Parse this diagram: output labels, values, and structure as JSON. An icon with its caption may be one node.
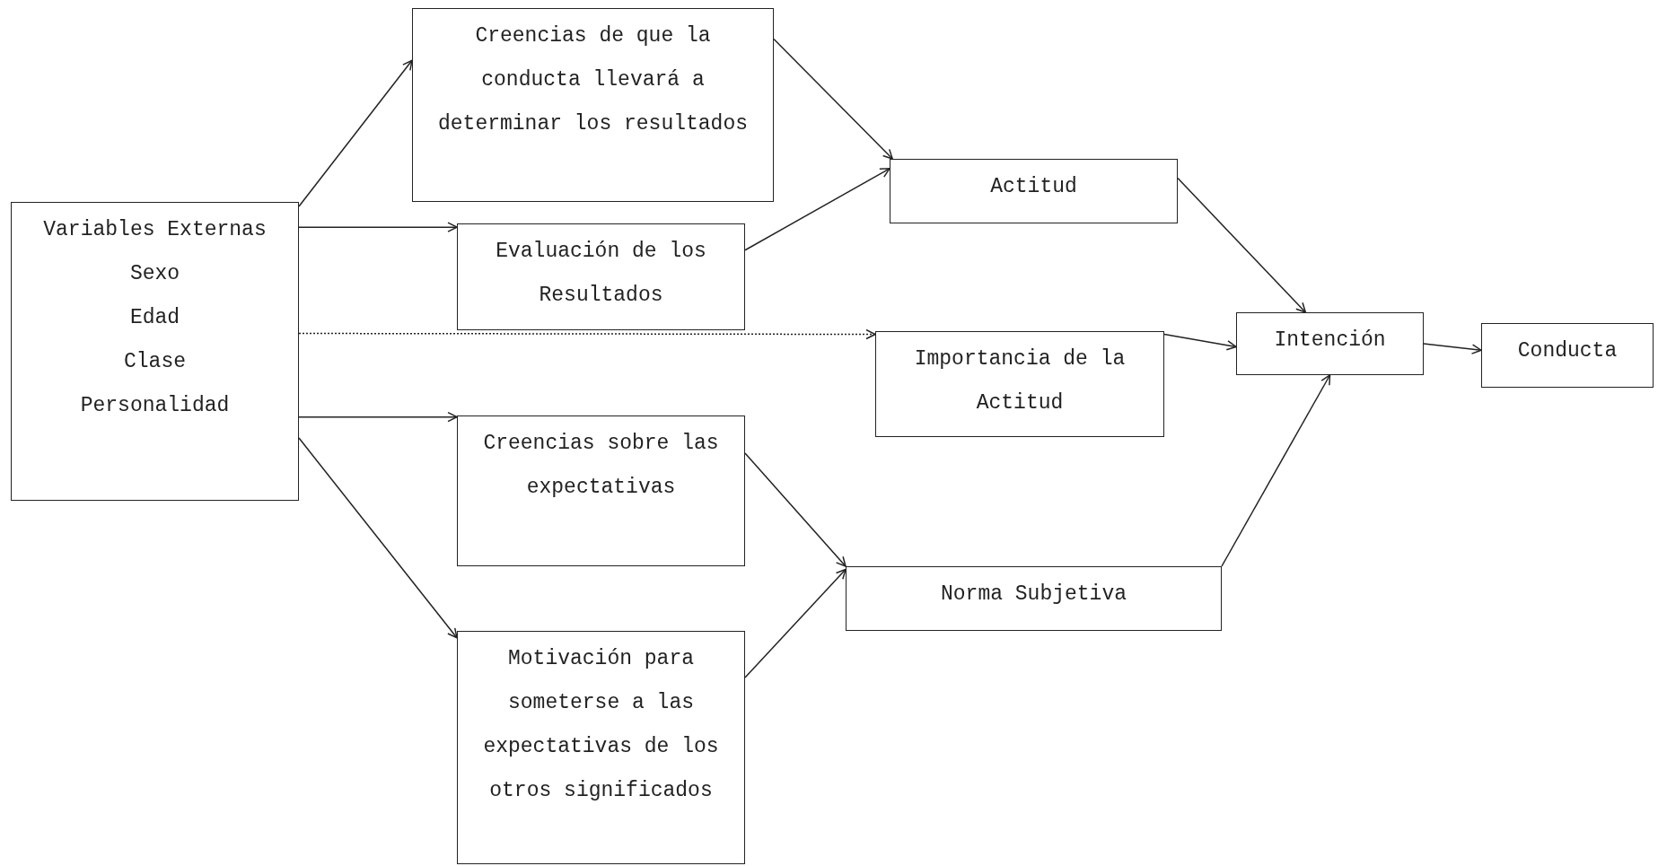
{
  "diagram": {
    "nodes": [
      {
        "text": [
          "Variables Externas",
          "Sexo",
          "Edad",
          "Clase",
          "Personalidad"
        ]
      },
      {
        "text": [
          "Creencias de que la conducta llevará a determinar los resultados"
        ]
      },
      {
        "text": [
          "Evaluación de los Resultados"
        ]
      },
      {
        "text": [
          "Actitud"
        ]
      },
      {
        "text": [
          "Importancia de la Actitud"
        ]
      },
      {
        "text": [
          "Intención"
        ]
      },
      {
        "text": [
          "Conducta"
        ]
      },
      {
        "text": [
          "Creencias sobre las expectativas"
        ]
      },
      {
        "text": [
          "Norma Subjetiva"
        ]
      },
      {
        "text": [
          "Motivación para someterse a las expectativas de los otros significados"
        ]
      }
    ],
    "edges": [
      {
        "from": 0,
        "to": 1,
        "arrow": "to"
      },
      {
        "from": 0,
        "to": 2,
        "arrow": "to"
      },
      {
        "from": 0,
        "to": 4,
        "arrow": "to",
        "style": "dashed"
      },
      {
        "from": 0,
        "to": 7,
        "arrow": "to"
      },
      {
        "from": 0,
        "to": 9,
        "arrow": "to"
      },
      {
        "from": 1,
        "to": 3,
        "arrow": "to"
      },
      {
        "from": 2,
        "to": 3,
        "arrow": "to"
      },
      {
        "from": 3,
        "to": 5,
        "arrow": "to"
      },
      {
        "from": 4,
        "to": 5,
        "arrow": "to"
      },
      {
        "from": 5,
        "to": 6,
        "arrow": "to"
      },
      {
        "from": 7,
        "to": 8,
        "arrow": "to"
      },
      {
        "from": 9,
        "to": 8,
        "arrow": "to"
      },
      {
        "from": 8,
        "to": 5,
        "arrow": "to"
      }
    ]
  }
}
